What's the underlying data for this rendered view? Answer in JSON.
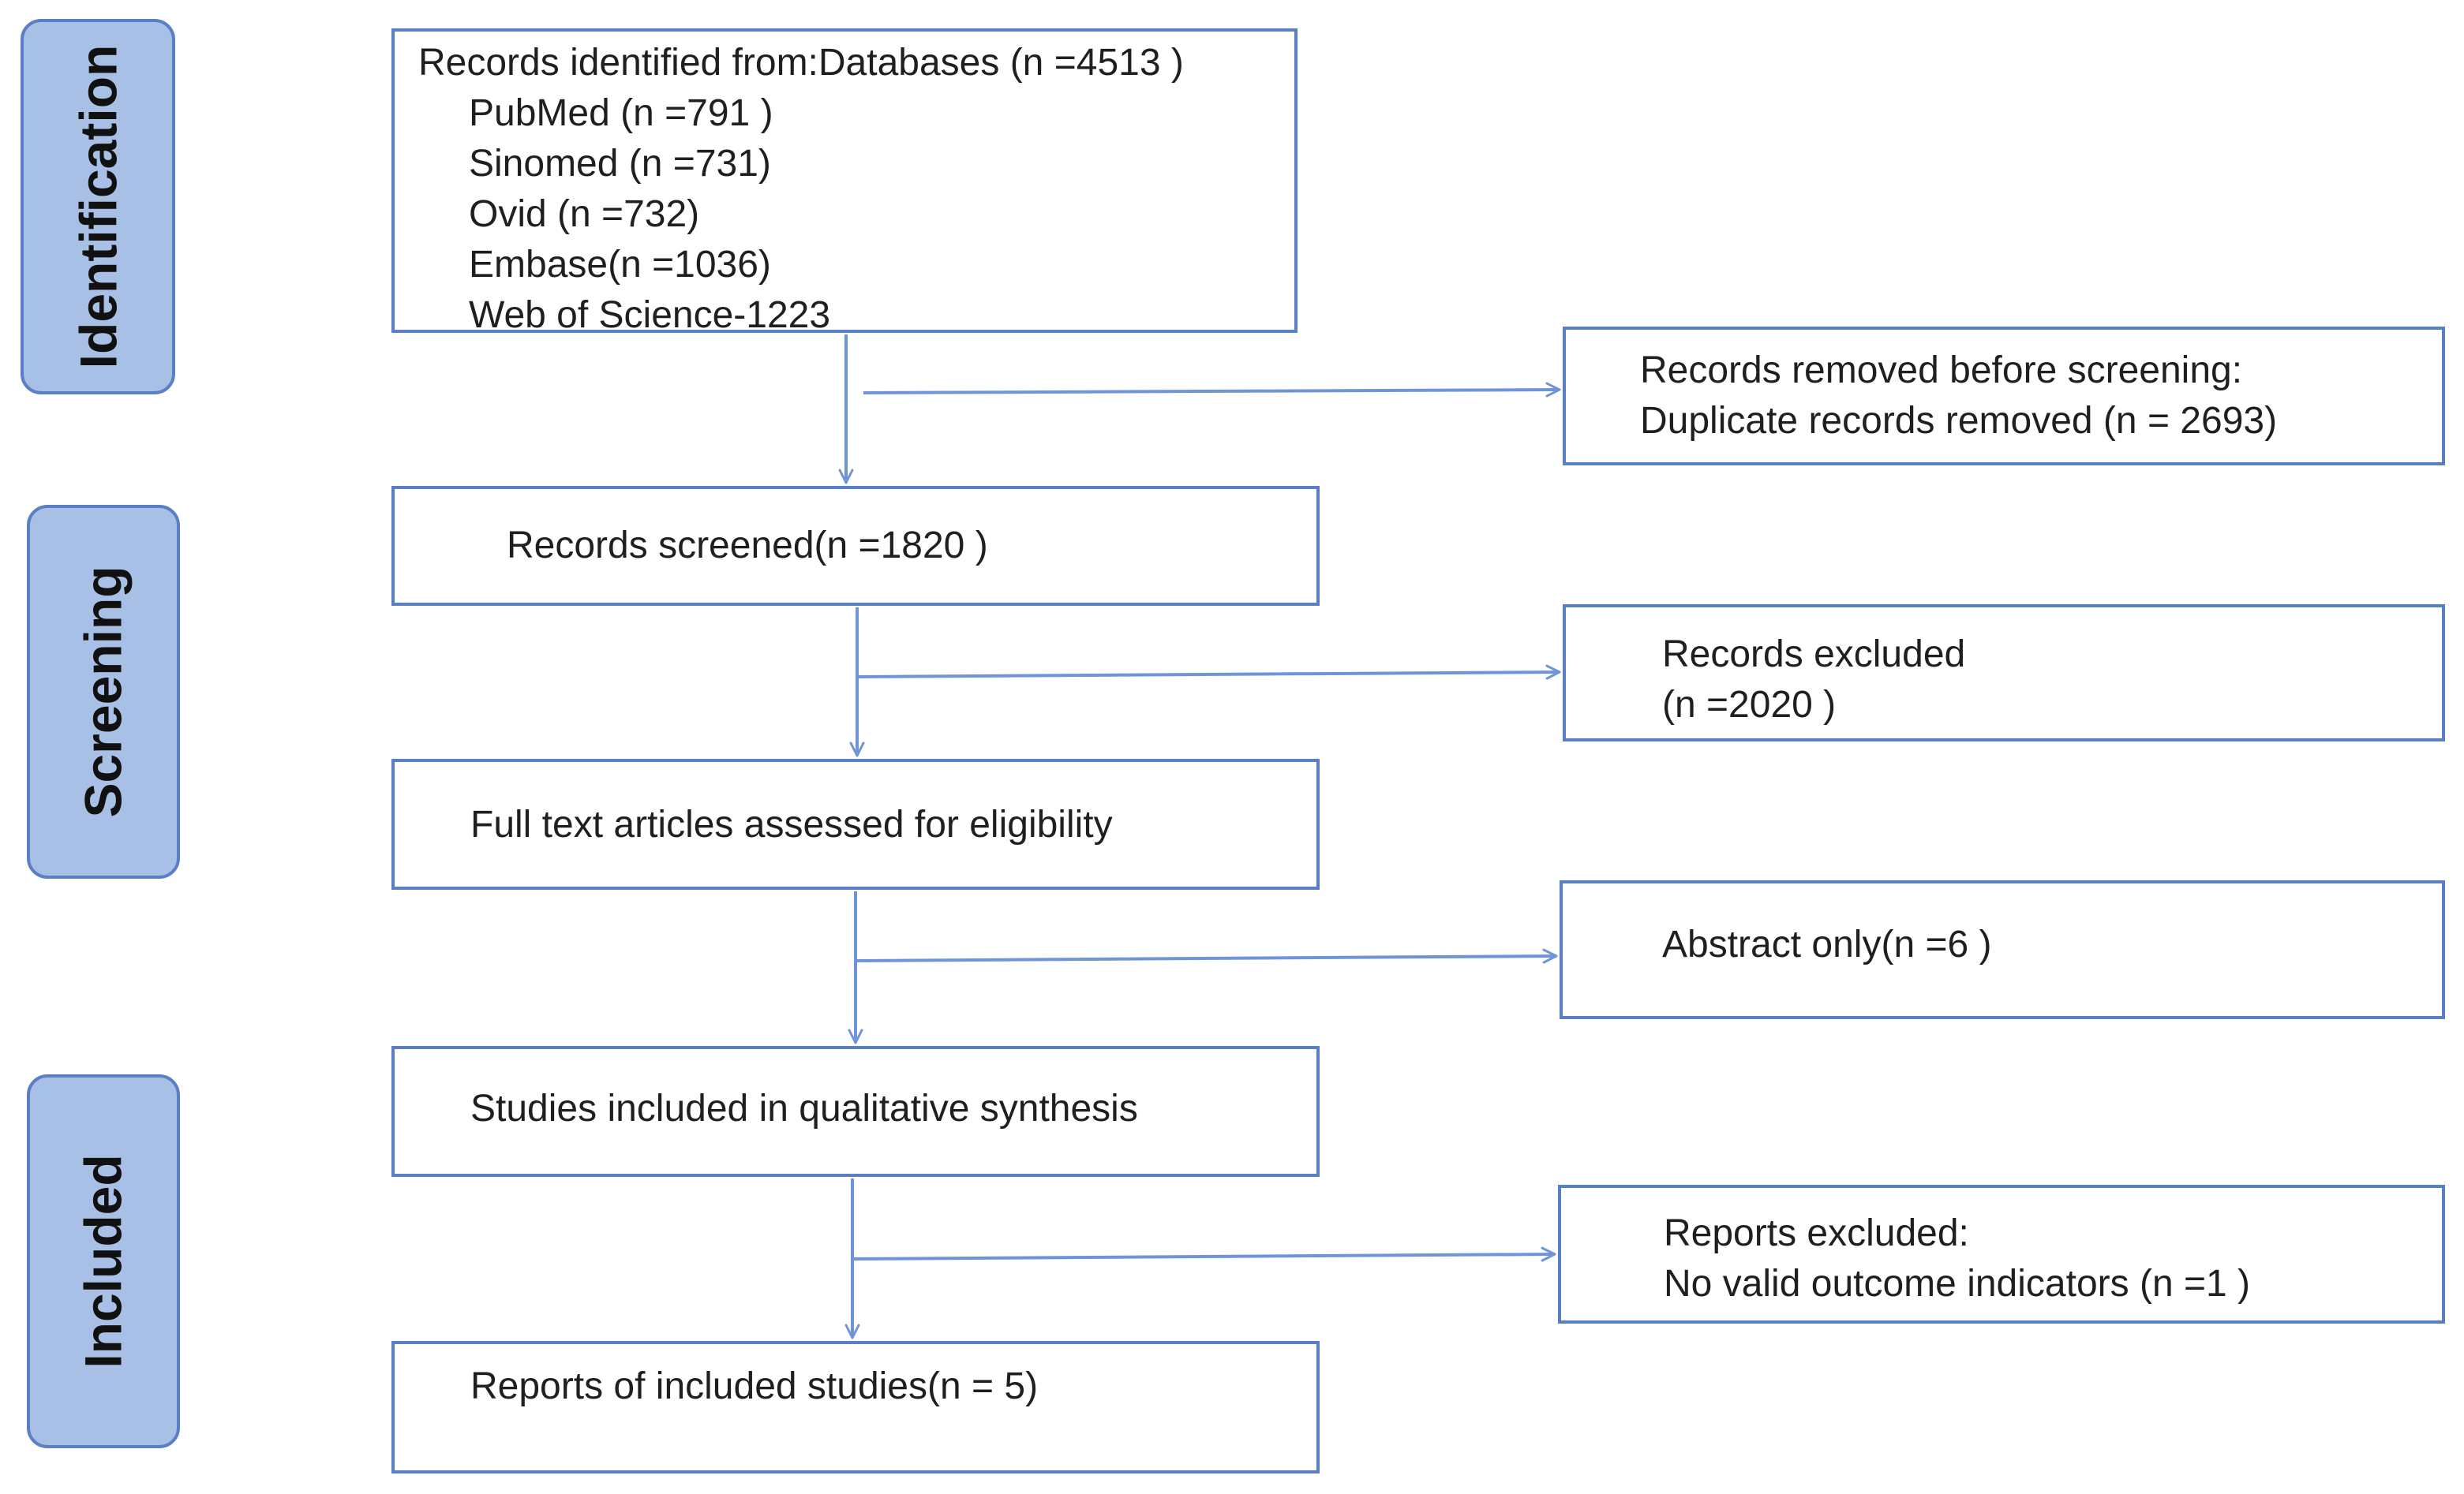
{
  "phases": {
    "identification": "Identification",
    "screening": "Screening",
    "included": "Included"
  },
  "identification_box": {
    "title": "Records identified from:Databases (n =4513 )",
    "sources": [
      "PubMed (n =791 )",
      "Sinomed (n =731)",
      "Ovid (n =732)",
      "Embase(n =1036)",
      "Web of Science-1223"
    ]
  },
  "removed_box": {
    "line1": "Records removed before screening:",
    "line2": "Duplicate records removed  (n = 2693)"
  },
  "screened_box": {
    "text": "Records screened(n =1820 )"
  },
  "excluded_box": {
    "line1": "Records excluded",
    "line2": "(n =2020 )"
  },
  "fulltext_box": {
    "text": "Full text articles assessed for eligibility"
  },
  "abstract_box": {
    "text": "Abstract only(n =6 )"
  },
  "qualitative_box": {
    "text": "Studies included in qualitative synthesis"
  },
  "reports_excluded_box": {
    "line1": "Reports excluded:",
    "line2": "No valid outcome indicators  (n =1 )"
  },
  "final_box": {
    "text": "Reports of included studies(n = 5)"
  },
  "colors": {
    "border": "#5b7fc4",
    "phase_fill": "#a9c0e6",
    "arrow": "#6f95d8"
  }
}
